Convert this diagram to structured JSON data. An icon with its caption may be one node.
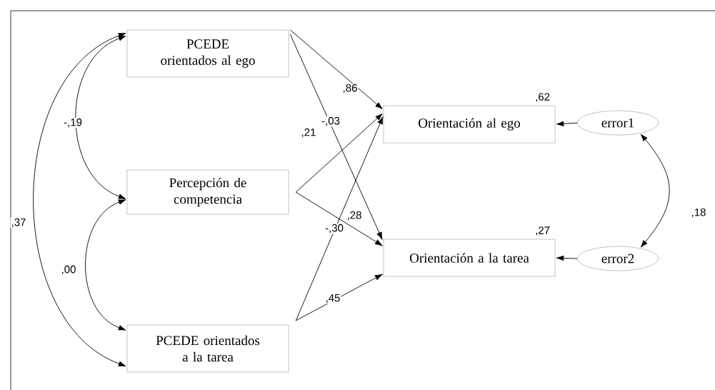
{
  "diagram": {
    "nodes": [
      {
        "text": [
          "PCEDE orientados al ego"
        ]
      },
      {
        "text": [
          "Percepción de competencia"
        ]
      },
      {
        "text": [
          "PCEDE orientados a la tarea"
        ]
      },
      {
        "text": [
          "Orientación al ego"
        ],
        "beside": [
          ",62"
        ]
      },
      {
        "text": [
          "Orientación a la tarea"
        ],
        "beside": [
          ",27"
        ]
      },
      {
        "text": [
          "error1"
        ]
      },
      {
        "text": [
          "error2"
        ]
      }
    ],
    "edges": [
      {
        "from": 0,
        "to": 3,
        "arrow": "to",
        "label": ",86"
      },
      {
        "from": 0,
        "to": 4,
        "arrow": "to",
        "label": "-,03"
      },
      {
        "from": 1,
        "to": 3,
        "arrow": "to",
        "label": ",21"
      },
      {
        "from": 1,
        "to": 4,
        "arrow": "to",
        "label": "-,30"
      },
      {
        "from": 2,
        "to": 3,
        "arrow": "to",
        "label": ",28"
      },
      {
        "from": 2,
        "to": 4,
        "arrow": "to",
        "label": ",45"
      },
      {
        "from": 5,
        "to": 3,
        "arrow": "to"
      },
      {
        "from": 6,
        "to": 4,
        "arrow": "to"
      },
      {
        "from": 0,
        "to": 1,
        "arrow": "both",
        "label": "-,19"
      },
      {
        "from": 1,
        "to": 2,
        "arrow": "both",
        "label": ",00"
      },
      {
        "from": 0,
        "to": 2,
        "arrow": "both",
        "label": ",37"
      },
      {
        "from": 5,
        "to": 6,
        "arrow": "both",
        "label": ",18"
      }
    ]
  }
}
